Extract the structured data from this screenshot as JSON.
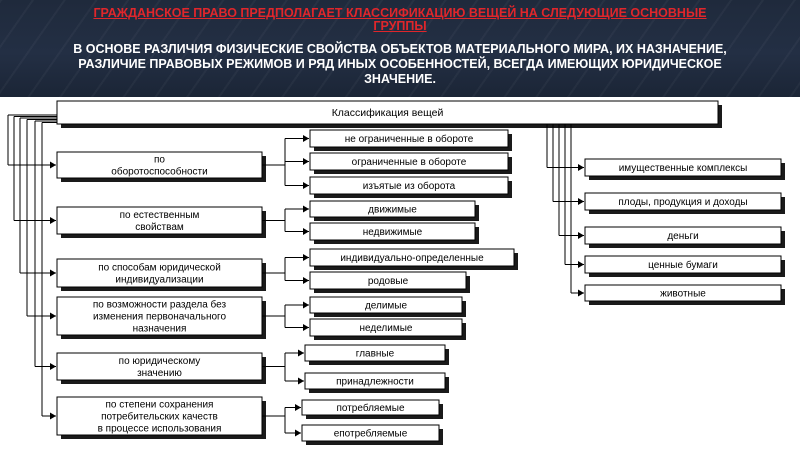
{
  "header": {
    "title": "ГРАЖДАНСКОЕ ПРАВО ПРЕДПОЛАГАЕТ КЛАССИФИКАЦИЮ ВЕЩЕЙ НА СЛЕДУЮЩИЕ ОСНОВНЫЕ ГРУППЫ",
    "subtitle": "В ОСНОВЕ РАЗЛИЧИЯ ФИЗИЧЕСКИЕ СВОЙСТВА ОБЪЕКТОВ МАТЕРИАЛЬНОГО МИРА, ИХ НАЗНАЧЕНИЕ, РАЗЛИЧИЕ ПРАВОВЫХ РЕЖИМОВ И РЯД ИНЫХ ОСОБЕННОСТЕЙ, ВСЕГДА ИМЕЮЩИХ ЮРИДИЧЕСКОЕ ЗНАЧЕНИЕ."
  },
  "diagram": {
    "root": "Классификация вещей",
    "groups": [
      {
        "lines": [
          "по",
          "оборотоспособности"
        ],
        "items": [
          "не ограниченные в обороте",
          "ограниченные в обороте",
          "изъятые из оборота"
        ]
      },
      {
        "lines": [
          "по естественным",
          "свойствам"
        ],
        "items": [
          "движимые",
          "недвижимые"
        ]
      },
      {
        "lines": [
          "по способам юридической",
          "индивидуализации"
        ],
        "items": [
          "индивидуально-определенные",
          "родовые"
        ]
      },
      {
        "lines": [
          "по возможности раздела без",
          "изменения первоначального",
          "назначения"
        ],
        "items": [
          "делимые",
          "неделимые"
        ]
      },
      {
        "lines": [
          "по юридическому",
          "значению"
        ],
        "items": [
          "главные",
          "принадлежности"
        ]
      },
      {
        "lines": [
          "по степени сохранения",
          "потребительских качеств",
          "в процессе использования"
        ],
        "items": [
          "потребляемые",
          "епотребляемые"
        ]
      }
    ],
    "right_items": [
      "имущественные комплексы",
      "плоды, продукция и доходы",
      "деньги",
      "ценные бумаги",
      "животные"
    ]
  }
}
